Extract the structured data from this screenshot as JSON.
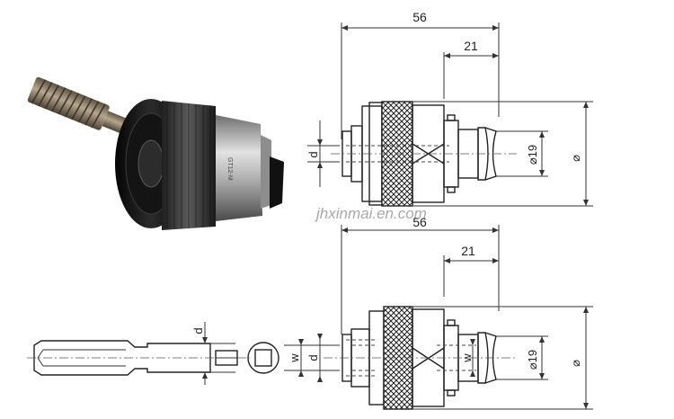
{
  "watermark": "jhxinmai.en.com",
  "top_drawing": {
    "overall_length": "56",
    "head_length": "21",
    "shank_diameter": "⌀19",
    "outer_diameter": "⌀",
    "bore": "d"
  },
  "bottom_drawing": {
    "overall_length": "56",
    "head_length": "21",
    "shank_diameter": "⌀19",
    "outer_diameter": "⌀",
    "bore": "d",
    "square_left": "w",
    "square_right": "w"
  },
  "tap_drawing": {
    "diameter": "d"
  },
  "colors": {
    "body_black": "#0d0d0d",
    "steel": "#b9b9b9",
    "tap_bronze": "#8a7a63"
  }
}
